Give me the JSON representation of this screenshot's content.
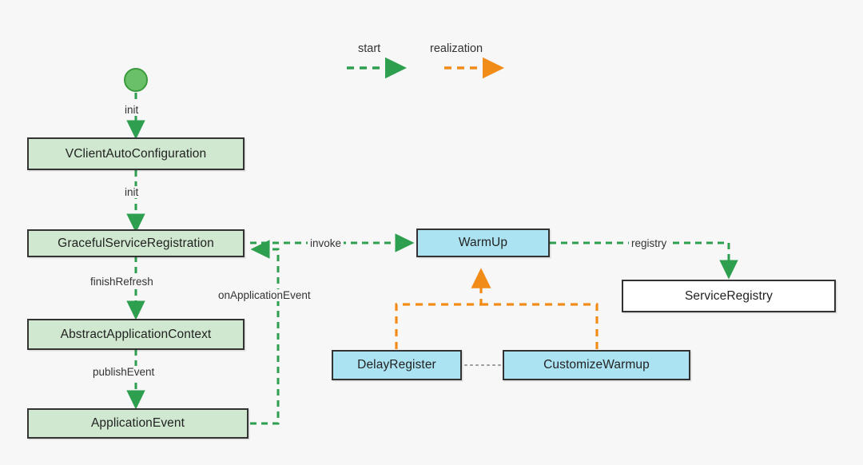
{
  "diagram": {
    "background": "#f7f7f7",
    "colors": {
      "start_flow": "#2e9e4f",
      "realization": "#f28c18",
      "green_node_fill": "#cfe8cf",
      "blue_node_fill": "#ace3f2",
      "white_node_fill": "#ffffff",
      "node_border": "#333333",
      "dotted_link": "#9a9a9a"
    },
    "legend": {
      "items": [
        {
          "id": "start",
          "label": "start",
          "color": "#2e9e4f",
          "style": "dashed-arrow"
        },
        {
          "id": "realization",
          "label": "realization",
          "color": "#f28c18",
          "style": "dashed-arrow"
        }
      ]
    },
    "nodes": [
      {
        "id": "start-node",
        "label": "",
        "type": "start-circle",
        "fill": "#6abf69"
      },
      {
        "id": "vclient-auto-configuration",
        "label": "VClientAutoConfiguration",
        "fill": "green"
      },
      {
        "id": "graceful-service-registration",
        "label": "GracefulServiceRegistration",
        "fill": "green"
      },
      {
        "id": "abstract-application-context",
        "label": "AbstractApplicationContext",
        "fill": "green"
      },
      {
        "id": "application-event",
        "label": "ApplicationEvent",
        "fill": "green"
      },
      {
        "id": "warm-up",
        "label": "WarmUp",
        "fill": "blue"
      },
      {
        "id": "service-registry",
        "label": "ServiceRegistry",
        "fill": "white"
      },
      {
        "id": "delay-register",
        "label": "DelayRegister",
        "fill": "blue"
      },
      {
        "id": "customize-warmup",
        "label": "CustomizeWarmup",
        "fill": "blue"
      }
    ],
    "edges": [
      {
        "id": "start-to-vclient",
        "from": "start-node",
        "to": "vclient-auto-configuration",
        "label": "init",
        "kind": "start"
      },
      {
        "id": "vclient-to-graceful",
        "from": "vclient-auto-configuration",
        "to": "graceful-service-registration",
        "label": "init",
        "kind": "start"
      },
      {
        "id": "graceful-to-abstract",
        "from": "graceful-service-registration",
        "to": "abstract-application-context",
        "label": "finishRefresh",
        "kind": "start"
      },
      {
        "id": "abstract-to-event",
        "from": "abstract-application-context",
        "to": "application-event",
        "label": "publishEvent",
        "kind": "start"
      },
      {
        "id": "event-to-graceful",
        "from": "application-event",
        "to": "graceful-service-registration",
        "label": "onApplicationEvent",
        "kind": "start"
      },
      {
        "id": "graceful-to-warmup",
        "from": "graceful-service-registration",
        "to": "warm-up",
        "label": "invoke",
        "kind": "start"
      },
      {
        "id": "warmup-to-registry",
        "from": "warm-up",
        "to": "service-registry",
        "label": "registry",
        "kind": "start"
      },
      {
        "id": "delay-to-warmup",
        "from": "delay-register",
        "to": "warm-up",
        "label": "",
        "kind": "realization"
      },
      {
        "id": "customize-to-warmup",
        "from": "customize-warmup",
        "to": "warm-up",
        "label": "",
        "kind": "realization"
      },
      {
        "id": "delay-customize-link",
        "from": "delay-register",
        "to": "customize-warmup",
        "label": "",
        "kind": "dotted"
      }
    ]
  }
}
